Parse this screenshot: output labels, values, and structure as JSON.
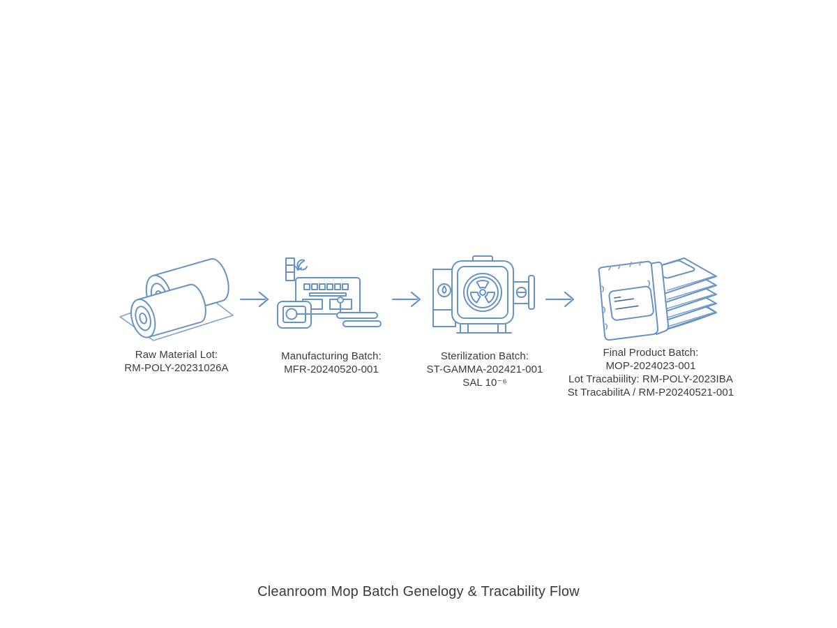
{
  "title": "Cleanroom Mop Batch Genelogy & Tracability Flow",
  "colors": {
    "background": "#ffffff",
    "line_art_blue": "#6792c5",
    "arrow_blue": "#6b94c6",
    "text_dark": "#3b3b3b"
  },
  "stages": [
    {
      "id": "raw-material",
      "icon": "material-rolls-icon",
      "lines": [
        "Raw Material Lot:",
        "RM-POLY-20231026A"
      ]
    },
    {
      "id": "manufacturing",
      "icon": "factory-machine-icon",
      "lines": [
        "Manufacturing Batch:",
        "MFR-20240520-001"
      ]
    },
    {
      "id": "sterilization",
      "icon": "gamma-sterilizer-icon",
      "lines": [
        "Sterilization Batch:",
        "ST-GAMMA-202421-001",
        "SAL 10⁻⁶"
      ]
    },
    {
      "id": "final-product",
      "icon": "wipes-pack-stack-icon",
      "lines": [
        "Final Product Batch:",
        "MOP-2024023-001",
        "Lot Tracabiility: RM-POLY-2023IBA",
        "St TracabilitA / RM-P20240521-001"
      ]
    }
  ],
  "arrows": [
    "flow-arrow-1",
    "flow-arrow-2",
    "flow-arrow-3"
  ]
}
